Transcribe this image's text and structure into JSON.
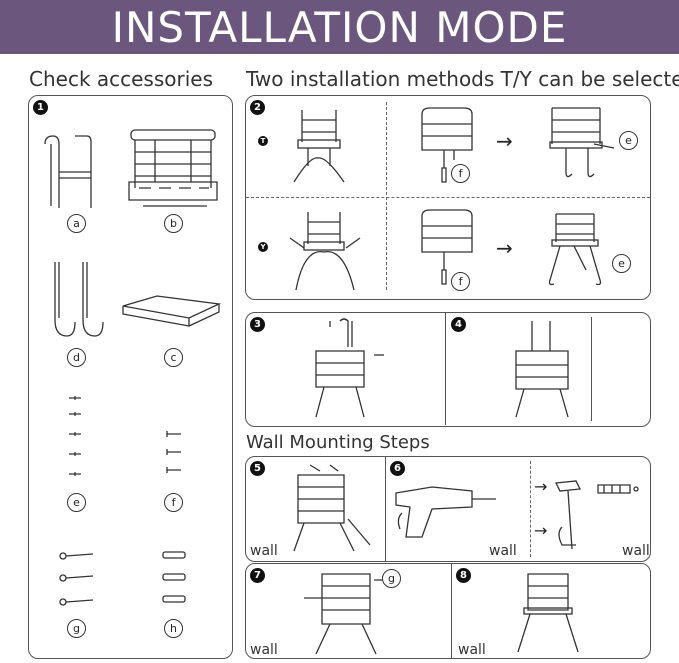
{
  "banner": {
    "title": "INSTALLATION MODE"
  },
  "headings": {
    "accessories": "Check accessories",
    "methods": "Two installation methods T/Y can be selected",
    "wall": "Wall Mounting Steps"
  },
  "steps": [
    "1",
    "2",
    "3",
    "4",
    "5",
    "6",
    "7",
    "8"
  ],
  "method_badges": {
    "t": "T",
    "y": "Y"
  },
  "accessories": {
    "a": "a",
    "b": "b",
    "c": "c",
    "d": "d",
    "e": "e",
    "f": "f",
    "g": "g",
    "h": "h"
  },
  "wall_label": "wall",
  "colors": {
    "banner": "#6b567e",
    "border": "#555555",
    "badge": "#111111"
  }
}
